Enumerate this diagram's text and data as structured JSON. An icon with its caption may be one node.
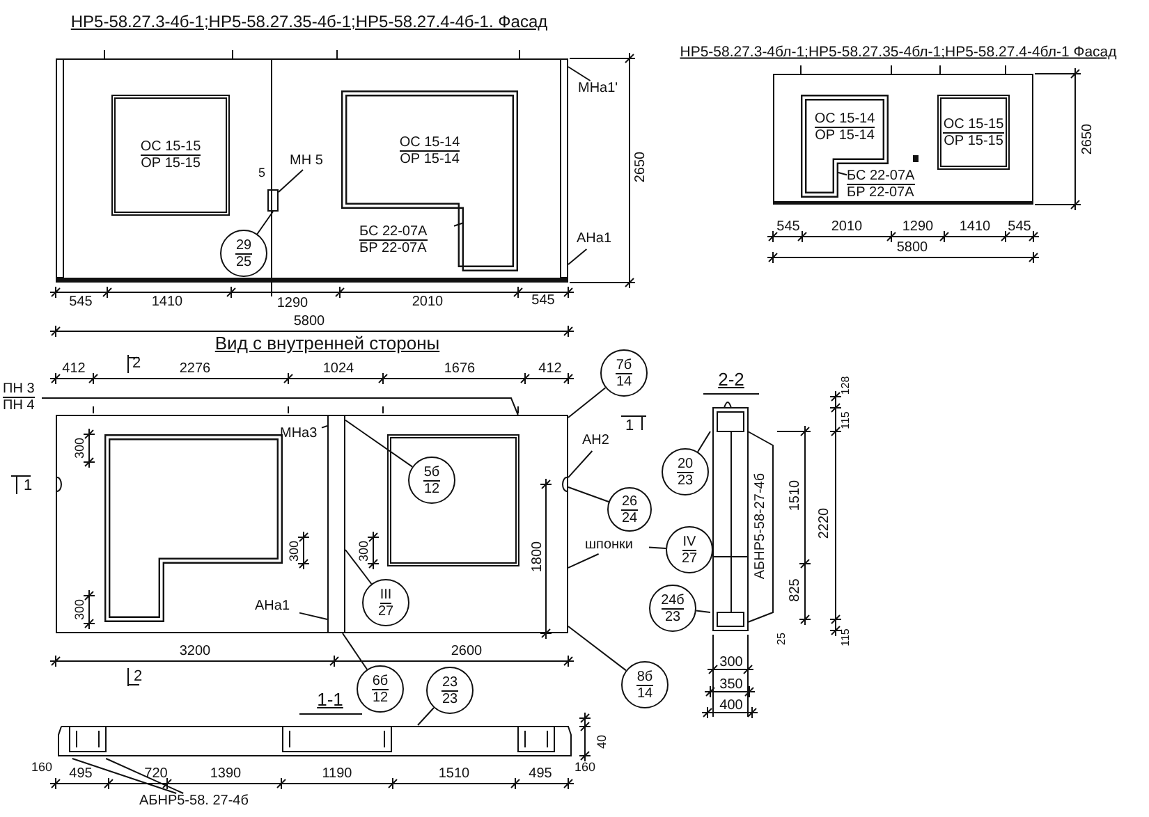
{
  "diagram": {
    "nodes": [
      {
        "text": [],
        "shape": "box"
      },
      {
        "text": [
          "ОС 15-15",
          "ОР 15-15"
        ],
        "in": 0
      },
      {
        "text": [
          "ОС 15-14",
          "ОР 15-14"
        ],
        "in": 0
      },
      {
        "text": [],
        "shape": "box",
        "in": 0
      },
      {
        "text": [
          "МН 5"
        ],
        "in": 0
      },
      {
        "text": [
          "29",
          "25"
        ],
        "in": 0
      },
      {
        "text": [
          "БС 22-07А",
          "БР 22-07А"
        ],
        "in": 0
      },
      {
        "text": [
          "МНа1'"
        ]
      },
      {
        "text": [
          "АНа1"
        ]
      },
      {
        "text": [],
        "shape": "box"
      },
      {
        "text": [
          "ОС 15-14",
          "ОР 15-14"
        ],
        "in": 9
      },
      {
        "text": [
          "ОС 15-15",
          "ОР 15-15"
        ],
        "in": 9
      },
      {
        "text": [
          "БС 22-07А",
          "БР 22-07А"
        ],
        "in": 9
      },
      {
        "text": [],
        "shape": "box"
      },
      {
        "text": [],
        "shape": "box",
        "in": 13
      },
      {
        "text": [],
        "shape": "box",
        "in": 13
      },
      {
        "text": [],
        "shape": "box",
        "in": 13
      },
      {
        "text": [
          "ПН 3",
          "ПН 4"
        ]
      },
      {
        "text": [
          "7б",
          "14"
        ]
      },
      {
        "text": [
          "МНа3"
        ],
        "in": 13
      },
      {
        "text": [
          "5б",
          "12"
        ],
        "in": 16
      },
      {
        "text": [
          "АН2"
        ]
      },
      {
        "text": [
          "26",
          "24"
        ]
      },
      {
        "text": [
          "шпонки"
        ]
      },
      {
        "text": [
          "IV",
          "27"
        ]
      },
      {
        "text": [
          "III",
          "27"
        ],
        "in": 13
      },
      {
        "text": [
          "АНа1"
        ],
        "in": 13
      },
      {
        "text": [
          "6б",
          "12"
        ]
      },
      {
        "text": [
          "23",
          "23"
        ]
      },
      {
        "text": [
          "8б",
          "14"
        ]
      },
      {
        "text": [],
        "shape": "box"
      },
      {
        "text": [
          "20",
          "23"
        ]
      },
      {
        "text": [
          "24б",
          "23"
        ]
      },
      {
        "text": [],
        "shape": "box"
      },
      {
        "text": [
          "АБНР5-58. 27-4б"
        ]
      }
    ],
    "edges": [
      {
        "from": 4,
        "to": 3,
        "arrow": "none"
      },
      {
        "from": 5,
        "to": 3,
        "arrow": "none"
      },
      {
        "from": 7,
        "to": 0,
        "arrow": "none"
      },
      {
        "from": 8,
        "to": 0,
        "arrow": "none"
      },
      {
        "from": 6,
        "to": 2,
        "arrow": "none"
      },
      {
        "from": 12,
        "to": 10,
        "arrow": "none"
      },
      {
        "from": 17,
        "to": 13,
        "arrow": "none"
      },
      {
        "from": 18,
        "to": 13,
        "arrow": "none"
      },
      {
        "from": 19,
        "to": 15,
        "arrow": "none"
      },
      {
        "from": 20,
        "to": 15,
        "arrow": "none"
      },
      {
        "from": 21,
        "to": 13,
        "arrow": "none"
      },
      {
        "from": 22,
        "to": 13,
        "arrow": "none"
      },
      {
        "from": 24,
        "to": 23,
        "arrow": "none"
      },
      {
        "from": 23,
        "to": 13,
        "arrow": "none"
      },
      {
        "from": 25,
        "to": 15,
        "arrow": "none"
      },
      {
        "from": 26,
        "to": 15,
        "arrow": "none"
      },
      {
        "from": 27,
        "to": 15,
        "arrow": "none"
      },
      {
        "from": 28,
        "to": 33,
        "arrow": "none"
      },
      {
        "from": 29,
        "to": 13,
        "arrow": "none"
      },
      {
        "from": 31,
        "to": 30,
        "arrow": "none"
      },
      {
        "from": 32,
        "to": 30,
        "arrow": "none"
      },
      {
        "from": 34,
        "to": 33,
        "arrow": "none"
      },
      {
        "from": 34,
        "to": 33,
        "arrow": "none"
      }
    ],
    "labels": [
      "НР5-58.27.3-4б-1;НР5-58.27.35-4б-1;НР5-58.27.4-4б-1. Фасад",
      "НР5-58.27.3-4бл-1;НР5-58.27.35-4бл-1;НР5-58.27.4-4бл-1 Фасад",
      "5",
      "2650",
      "545",
      "1410",
      "1290",
      "2010",
      "545",
      "5800",
      "2650",
      "545",
      "2010",
      "1290",
      "1410",
      "545",
      "5800",
      "Вид с внутренней стороны",
      "412",
      "2",
      "2276",
      "1024",
      "1676",
      "412",
      "1",
      "1",
      "300",
      "300",
      "300",
      "1800",
      "300",
      "3200",
      "2600",
      "2",
      "2-2",
      "128",
      "115",
      "АБНР5-58-27-4б",
      "1510",
      "2220",
      "825",
      "25",
      "115",
      "300",
      "350",
      "1-1",
      "400",
      "160",
      "40",
      "495",
      "720",
      "1390",
      "1190",
      "1510",
      "495",
      "160"
    ]
  }
}
